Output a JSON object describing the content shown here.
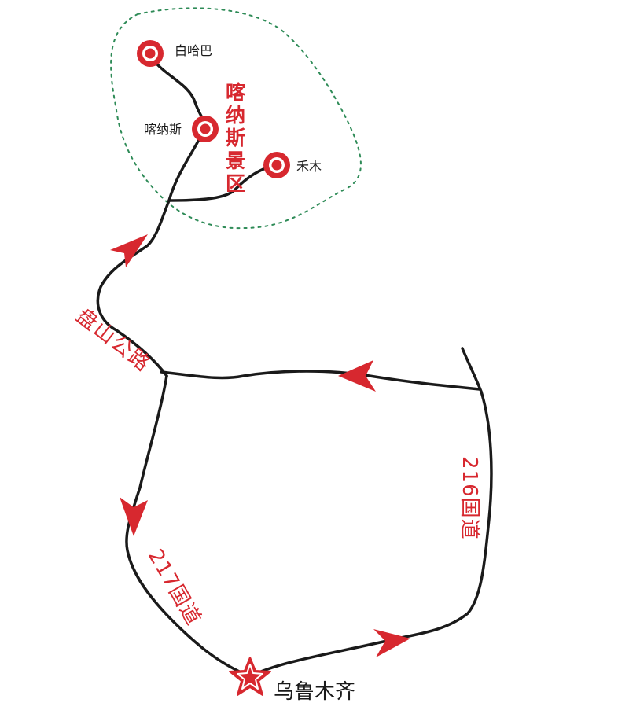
{
  "map": {
    "places": {
      "baihaba": "白哈巴",
      "kanas": "喀纳斯",
      "hemu": "禾木",
      "urumqi": "乌鲁木齐"
    },
    "scenic_area": "喀纳斯景区",
    "roads": {
      "mountain_road": "盘山公路",
      "g217": "217国道",
      "g216": "216国道"
    },
    "colors": {
      "accent": "#d7282f",
      "road": "#1a1a1a",
      "boundary": "#2e8b57"
    }
  }
}
